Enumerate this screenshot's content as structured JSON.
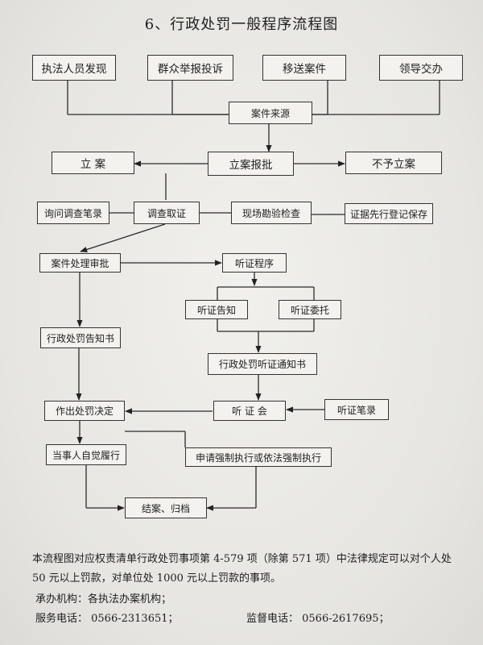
{
  "title": "6、行政处罚一般程序流程图",
  "boxes": {
    "enforcer_found": "执法人员发现",
    "public_report": "群众举报投诉",
    "case_transfer": "移送案件",
    "leader_assign": "领导交办",
    "case_source": "案件来源",
    "file_case": "立 案",
    "case_approval": "立案报批",
    "no_file": "不予立案",
    "inquiry_record": "询问调查笔录",
    "investigation": "调查取证",
    "site_inspection": "现场勘验检查",
    "evidence_preserve": "证据先行登记保存",
    "case_review": "案件处理审批",
    "hearing_procedure": "听证程序",
    "hearing_notice": "听证告知",
    "hearing_entrust": "听证委托",
    "penalty_notice": "行政处罚告知书",
    "hearing_notice_doc": "行政处罚听证通知书",
    "decision": "作出处罚决定",
    "hearing": "听 证 会",
    "hearing_record": "听证笔录",
    "self_perform": "当事人自觉履行",
    "enforce": "申请强制执行或依法强制执行",
    "close_case": "结案、归档"
  },
  "footer": {
    "note": "本流程图对应权责清单行政处罚事项第 4-579 项（除第 571 项）中法律规定可以对个人处 50 元以上罚款，对单位处 1000 元以上罚款的事项。",
    "agency": "承办机构：各执法办案机构；",
    "service_phone": "服务电话：  0566-2313651；",
    "supervise_phone": "监督电话：  0566-2617695；"
  }
}
